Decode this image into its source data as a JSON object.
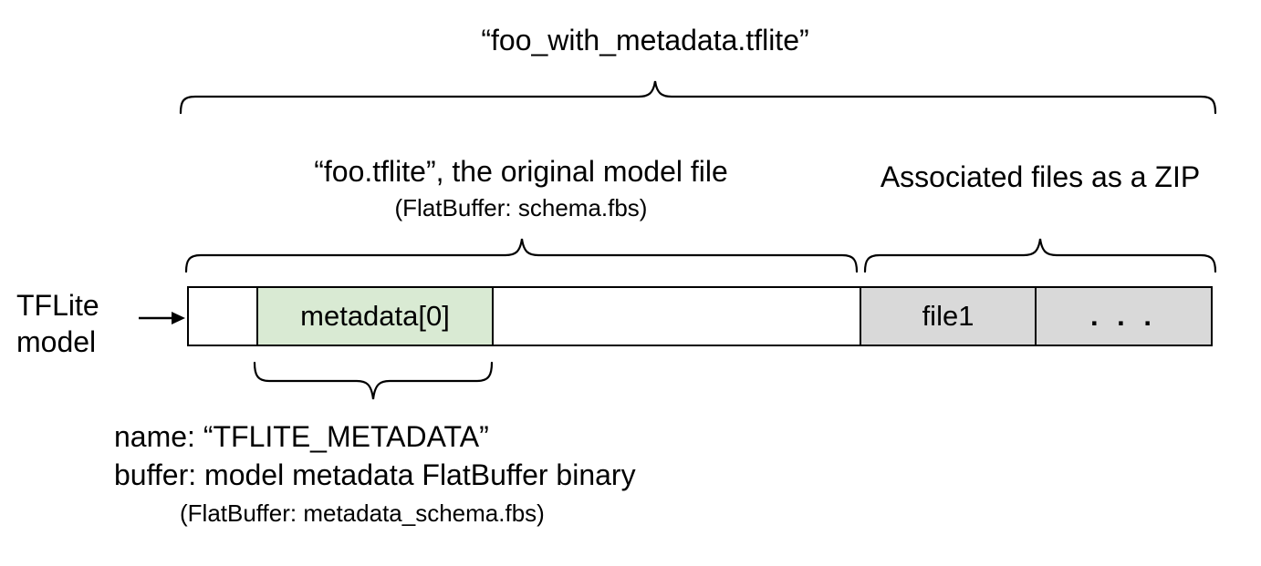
{
  "title": "“foo_with_metadata.tflite”",
  "model_file_caption": {
    "line1": "“foo.tflite”, the original model file",
    "line2": "(FlatBuffer: schema.fbs)"
  },
  "zip_caption": "Associated files as a ZIP",
  "pointer_label": {
    "line1": "TFLite",
    "line2": "model"
  },
  "bar": {
    "segments": {
      "empty1": "",
      "metadata": "metadata[0]",
      "empty2": "",
      "file1": "file1",
      "more": ". . ."
    }
  },
  "metadata_note": {
    "line1": "name: “TFLITE_METADATA”",
    "line2": "buffer: model metadata FlatBuffer binary",
    "line3": "(FlatBuffer: metadata_schema.fbs)"
  },
  "colors": {
    "metadata_fill": "#d9ead3",
    "file_fill": "#d9d9d9",
    "stroke": "#000000",
    "background": "#ffffff"
  }
}
